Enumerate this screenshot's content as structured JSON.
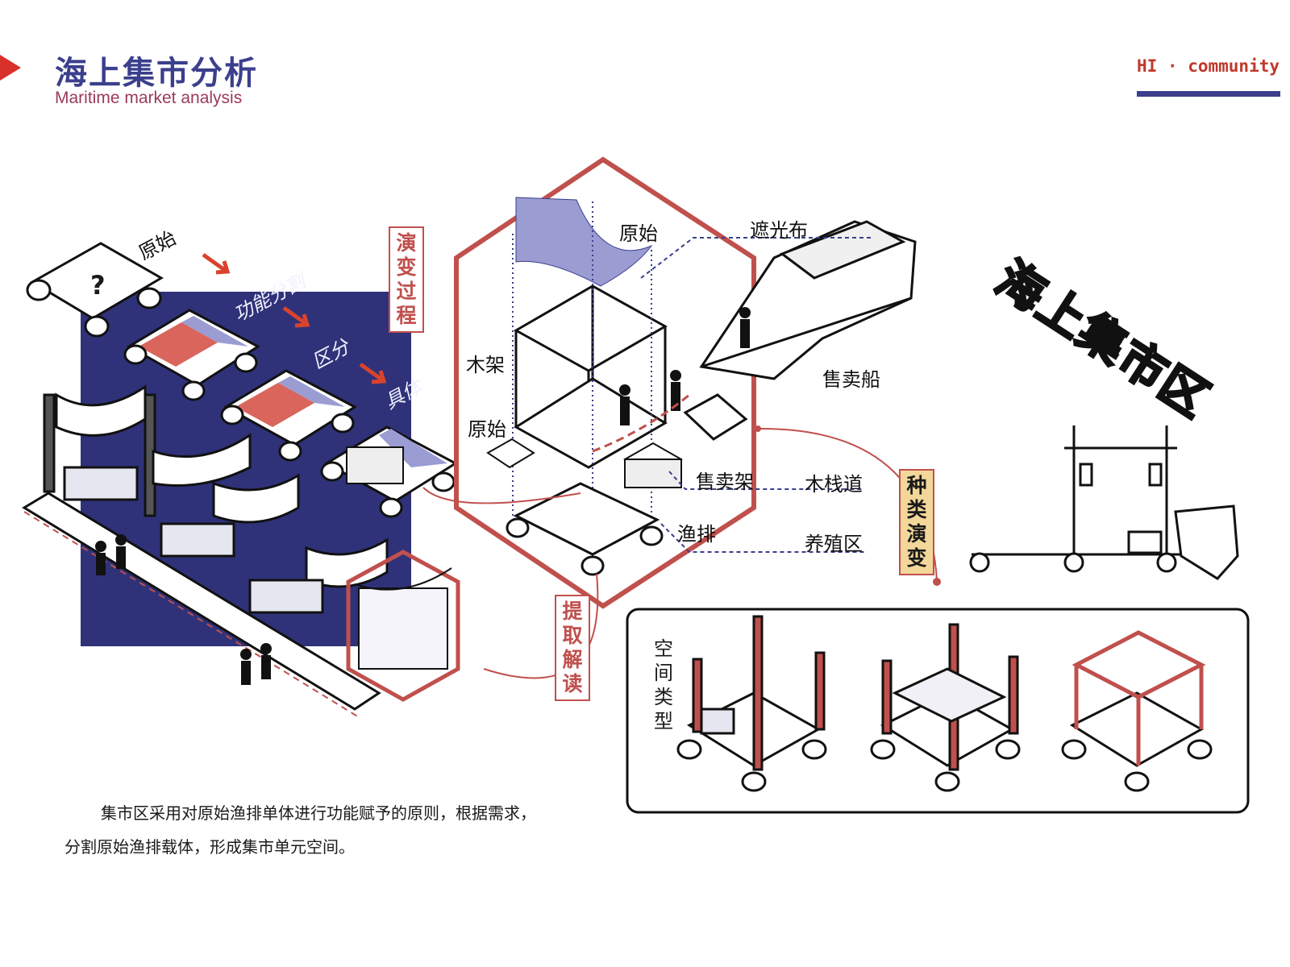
{
  "header": {
    "title": "海上集市分析",
    "subtitle": "Maritime market analysis",
    "logo_text": "HI · community"
  },
  "evolution": {
    "steps": [
      "原始",
      "功能分割",
      "区分",
      "具体"
    ],
    "unknown_mark": "?",
    "process_label": [
      "演",
      "变",
      "过",
      "程"
    ]
  },
  "module_labels": {
    "original_top": "原始",
    "wood_frame": "木架",
    "original_left": "原始",
    "sales_rack": "售卖架",
    "fish_raft": "渔排"
  },
  "right_labels": {
    "shade_cloth": "遮光布",
    "sales_boat": "售卖船",
    "boardwalk": "木栈道",
    "breeding_area": "养殖区"
  },
  "extract_label": [
    "提",
    "取",
    "解",
    "读"
  ],
  "type_evolution_label": [
    "种",
    "类",
    "演",
    "变"
  ],
  "market_area_title": "海上集市区",
  "space_types_label": [
    "空",
    "间",
    "类",
    "型"
  ],
  "description": {
    "line1": "集市区采用对原始渔排单体进行功能赋予的原则，根据需求，",
    "line2": "分割原始渔排载体，形成集市单元空间。"
  },
  "colors": {
    "navy": "#2f3278",
    "accent_red": "#c0504d",
    "lavender": "#9a9cd2",
    "gold": "#f3d79a"
  }
}
